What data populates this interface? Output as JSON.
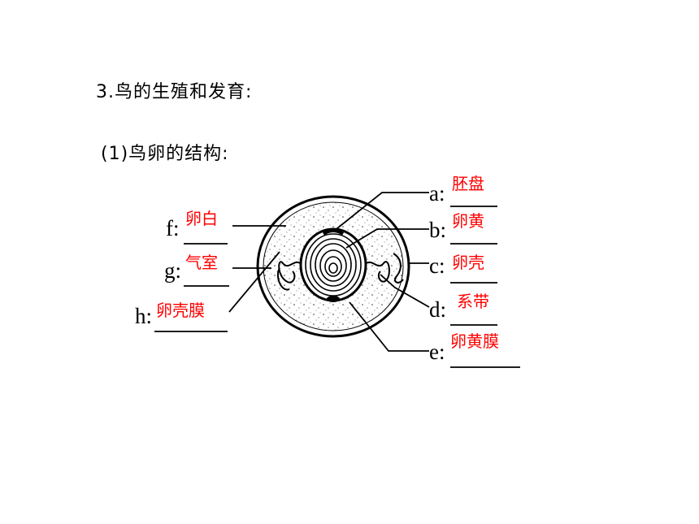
{
  "heading": "3.鸟的生殖和发育:",
  "subheading": "(1)鸟卵的结构:",
  "labels": {
    "a": {
      "letter": "a:",
      "answer": "胚盘"
    },
    "b": {
      "letter": "b:",
      "answer": "卵黄"
    },
    "c": {
      "letter": "c:",
      "answer": "卵壳"
    },
    "d": {
      "letter": "d:",
      "answer": "系带"
    },
    "e": {
      "letter": "e:",
      "answer": "卵黄膜"
    },
    "f": {
      "letter": "f:",
      "answer": "卵白"
    },
    "g": {
      "letter": "g:",
      "answer": "气室"
    },
    "h": {
      "letter": "h:",
      "answer": "卵壳膜"
    }
  },
  "colors": {
    "answer": "#ff0000",
    "line": "#000000"
  }
}
